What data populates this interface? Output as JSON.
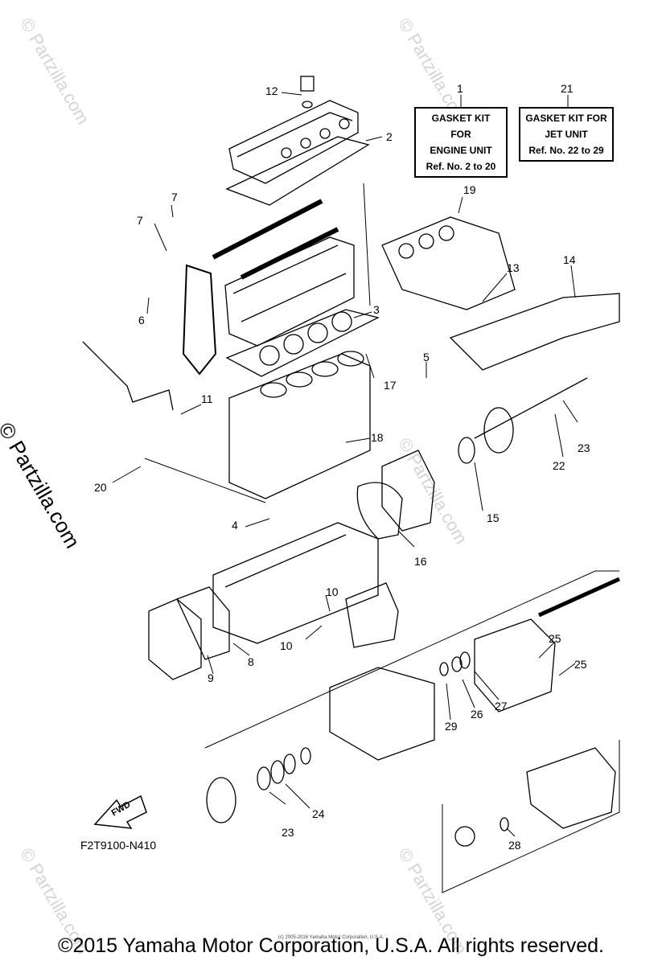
{
  "watermark": "© Partzilla.com",
  "callouts": [
    "1",
    "2",
    "3",
    "4",
    "5",
    "6",
    "7",
    "7",
    "8",
    "9",
    "10",
    "10",
    "11",
    "12",
    "14",
    "13",
    "15",
    "16",
    "17",
    "18",
    "19",
    "20",
    "21",
    "22",
    "23",
    "23",
    "24",
    "25",
    "25",
    "26",
    "27",
    "28",
    "29"
  ],
  "gasket_kit_engine": {
    "line1": "GASKET KIT FOR",
    "line2": "ENGINE UNIT",
    "line3": "Ref. No. 2 to 20"
  },
  "gasket_kit_jet": {
    "line1": "GASKET KIT FOR",
    "line2": "JET UNIT",
    "line3": "Ref. No. 22 to 29"
  },
  "fwd_label": "FWD",
  "drawing_code": "F2T9100-N410",
  "tiny_copyright": "(c) 2005-2016 Yamaha Motor Corporation, U.S.A.",
  "footer": "©2015 Yamaha Motor Corporation, U.S.A. All rights reserved."
}
